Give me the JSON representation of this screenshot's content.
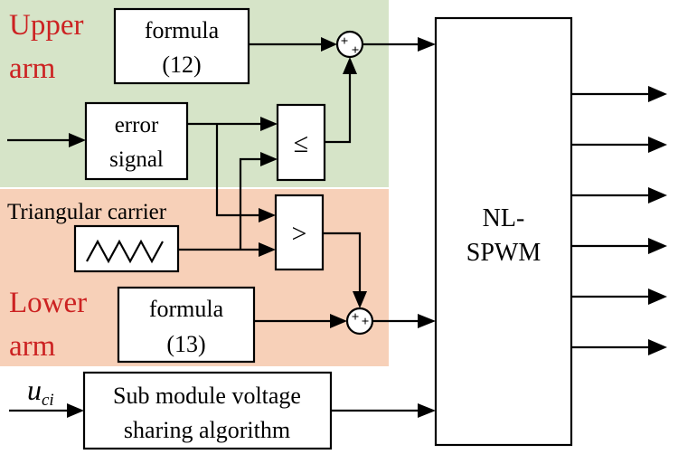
{
  "regions": {
    "upper": {
      "label_line1": "Upper",
      "label_line2": "arm",
      "color": "#d6e4c8"
    },
    "lower": {
      "label_line1": "Lower",
      "label_line2": "arm",
      "color": "#f7d0b8"
    },
    "label_color": "#cc2222"
  },
  "blocks": {
    "formula_upper": {
      "line1": "formula",
      "line2": "(12)"
    },
    "error_signal": {
      "line1": "error",
      "line2": "signal"
    },
    "compare_le": {
      "symbol": "≤"
    },
    "compare_gt": {
      "symbol": ">"
    },
    "carrier_label": "Triangular carrier",
    "formula_lower": {
      "line1": "formula",
      "line2": "(13)"
    },
    "nlspwm": {
      "line1": "NL-",
      "line2": "SPWM"
    },
    "voltage_sharing": {
      "line1": "Sub module voltage",
      "line2": "sharing algorithm"
    }
  },
  "input": {
    "symbol": "u",
    "subscript": "ci"
  },
  "summing_signs": "+"
}
